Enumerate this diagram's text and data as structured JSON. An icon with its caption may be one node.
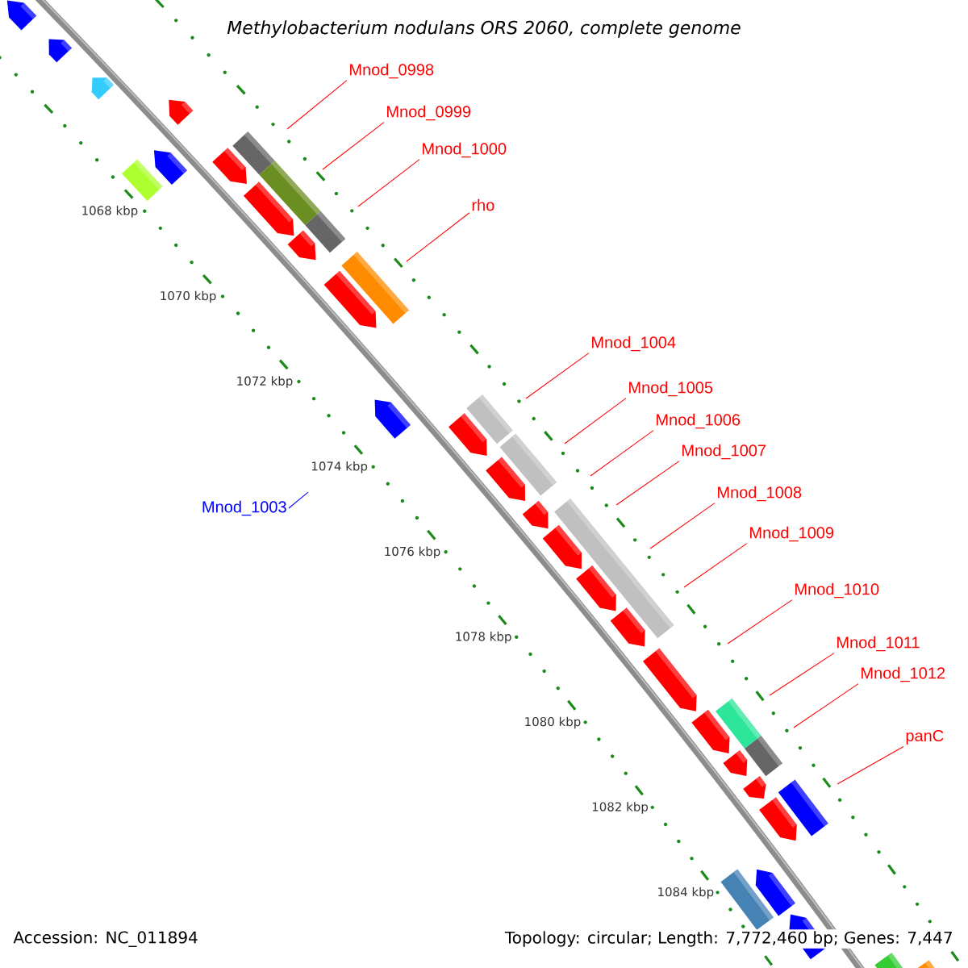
{
  "diagram": {
    "title": "*Methylobacterium nodulans* ORS 2060, complete genome",
    "nodes": [
      {
        "text": [
          "Mnod_0998"
        ]
      },
      {
        "text": [
          "Mnod_0999"
        ]
      },
      {
        "text": [
          "Mnod_1000"
        ]
      },
      {
        "text": [
          "rho"
        ]
      },
      {
        "text": [
          "Mnod_1004"
        ]
      },
      {
        "text": [
          "Mnod_1005"
        ]
      },
      {
        "text": [
          "Mnod_1006"
        ]
      },
      {
        "text": [
          "Mnod_1007"
        ]
      },
      {
        "text": [
          "Mnod_1008"
        ]
      },
      {
        "text": [
          "Mnod_1003"
        ]
      },
      {
        "text": [
          "Mnod_1009"
        ]
      },
      {
        "text": [
          "Mnod_1010"
        ]
      },
      {
        "text": [
          "Mnod_1011"
        ]
      },
      {
        "text": [
          "Mnod_1012"
        ]
      },
      {
        "text": [
          "panC"
        ]
      }
    ],
    "edges": [
      {
        "from": 0,
        "to": null,
        "arrow": "none"
      },
      {
        "from": 1,
        "to": null,
        "arrow": "none"
      },
      {
        "from": 2,
        "to": null,
        "arrow": "none"
      },
      {
        "from": 3,
        "to": null,
        "arrow": "none"
      },
      {
        "from": 4,
        "to": null,
        "arrow": "none"
      },
      {
        "from": 5,
        "to": null,
        "arrow": "none"
      },
      {
        "from": 6,
        "to": null,
        "arrow": "none"
      },
      {
        "from": 7,
        "to": null,
        "arrow": "none"
      },
      {
        "from": 8,
        "to": null,
        "arrow": "none"
      },
      {
        "from": 9,
        "to": null,
        "arrow": "none",
        "color": "#0000ff"
      },
      {
        "from": 10,
        "to": null,
        "arrow": "none"
      },
      {
        "from": 11,
        "to": null,
        "arrow": "none"
      },
      {
        "from": 12,
        "to": null,
        "arrow": "none"
      },
      {
        "from": 13,
        "to": null,
        "arrow": "none"
      },
      {
        "from": 14,
        "to": null,
        "arrow": "none"
      }
    ],
    "labels": [
      "1068 kbp",
      "1070 kbp",
      "1072 kbp",
      "1074 kbp",
      "1076 kbp",
      "1078 kbp",
      "1080 kbp",
      "1082 kbp",
      "1084 kbp",
      "Accession: NC_011894",
      "Topology: circular; Length: 7,772,460 bp; Genes: 7,447"
    ]
  }
}
